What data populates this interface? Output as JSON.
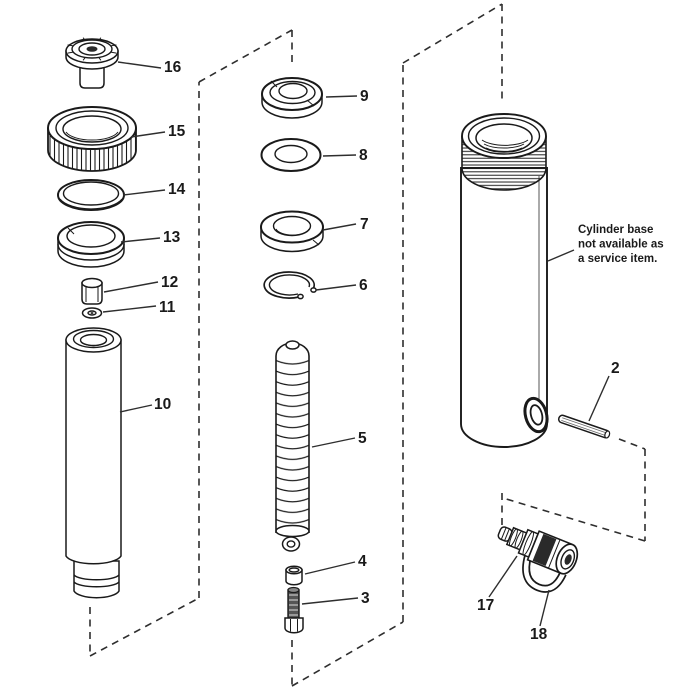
{
  "note": {
    "line1": "Cylinder base",
    "line2": "not available as",
    "line3": "a service item."
  },
  "labels": {
    "p2": "2",
    "p3": "3",
    "p4": "4",
    "p5": "5",
    "p6": "6",
    "p7": "7",
    "p8": "8",
    "p9": "9",
    "p10": "10",
    "p11": "11",
    "p12": "12",
    "p13": "13",
    "p14": "14",
    "p15": "15",
    "p16": "16",
    "p17": "17",
    "p18": "18"
  },
  "colors": {
    "line": "#1a1a1a",
    "background": "#ffffff",
    "dark_fill": "#2a2a2a"
  }
}
